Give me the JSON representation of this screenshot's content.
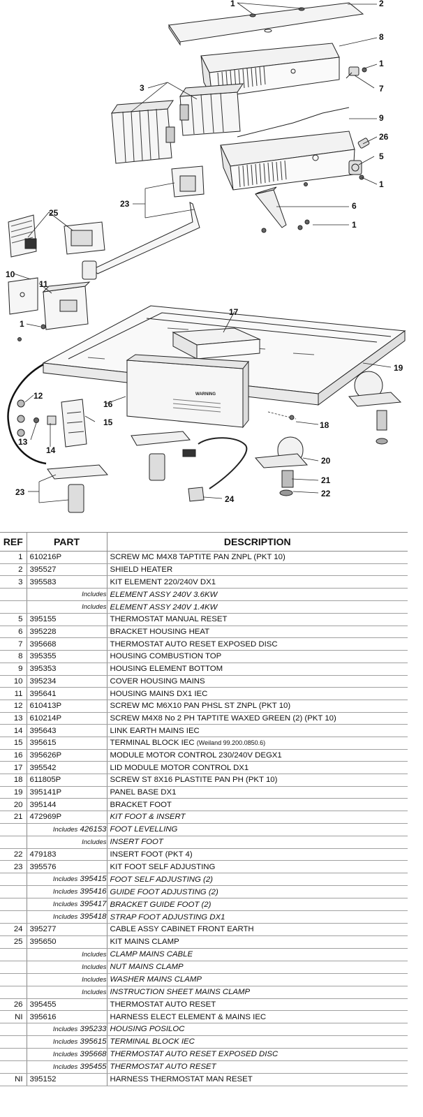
{
  "diagram": {
    "callouts": [
      "1",
      "2",
      "8",
      "1",
      "7",
      "3",
      "9",
      "26",
      "5",
      "1",
      "23",
      "6",
      "1",
      "25",
      "10",
      "11",
      "1",
      "17",
      "19",
      "16",
      "12",
      "15",
      "13",
      "14",
      "18",
      "20",
      "21",
      "23",
      "22",
      "24"
    ],
    "warning_label": "WARNING"
  },
  "table": {
    "headers": {
      "ref": "REF",
      "part": "PART",
      "description": "DESCRIPTION"
    },
    "rows": [
      {
        "ref": "1",
        "part": "610216P",
        "includes": "",
        "description": "SCREW MC M4X8 TAPTITE PAN ZNPL (PKT 10)",
        "italic": false,
        "note": ""
      },
      {
        "ref": "2",
        "part": "395527",
        "includes": "",
        "description": "SHIELD HEATER",
        "italic": false,
        "note": ""
      },
      {
        "ref": "3",
        "part": "395583",
        "includes": "",
        "description": "KIT ELEMENT 220/240V DX1",
        "italic": false,
        "note": ""
      },
      {
        "ref": "",
        "part": "",
        "includes": "Includes",
        "description": "ELEMENT ASSY 240V 3.6KW",
        "italic": true,
        "note": ""
      },
      {
        "ref": "",
        "part": "",
        "includes": "Includes",
        "description": "ELEMENT ASSY 240V 1.4KW",
        "italic": true,
        "note": ""
      },
      {
        "ref": "5",
        "part": "395155",
        "includes": "",
        "description": "THERMOSTAT MANUAL RESET",
        "italic": false,
        "note": ""
      },
      {
        "ref": "6",
        "part": "395228",
        "includes": "",
        "description": "BRACKET HOUSING HEAT",
        "italic": false,
        "note": ""
      },
      {
        "ref": "7",
        "part": "395668",
        "includes": "",
        "description": "THERMOSTAT AUTO RESET EXPOSED DISC",
        "italic": false,
        "note": ""
      },
      {
        "ref": "8",
        "part": "395355",
        "includes": "",
        "description": "HOUSING COMBUSTION TOP",
        "italic": false,
        "note": ""
      },
      {
        "ref": "9",
        "part": "395353",
        "includes": "",
        "description": "HOUSING ELEMENT BOTTOM",
        "italic": false,
        "note": ""
      },
      {
        "ref": "10",
        "part": "395234",
        "includes": "",
        "description": "COVER HOUSING MAINS",
        "italic": false,
        "note": ""
      },
      {
        "ref": "11",
        "part": "395641",
        "includes": "",
        "description": "HOUSING MAINS DX1 IEC",
        "italic": false,
        "note": ""
      },
      {
        "ref": "12",
        "part": "610413P",
        "includes": "",
        "description": "SCREW MC M6X10 PAN PHSL ST ZNPL (PKT 10)",
        "italic": false,
        "note": ""
      },
      {
        "ref": "13",
        "part": "610214P",
        "includes": "",
        "description": "SCREW M4X8 No 2 PH TAPTITE WAXED GREEN (2) (PKT 10)",
        "italic": false,
        "note": ""
      },
      {
        "ref": "14",
        "part": "395643",
        "includes": "",
        "description": "LINK EARTH MAINS IEC",
        "italic": false,
        "note": ""
      },
      {
        "ref": "15",
        "part": "395615",
        "includes": "",
        "description": "TERMINAL BLOCK IEC ",
        "italic": false,
        "note": "(Weiland 99.200.0850.6)"
      },
      {
        "ref": "16",
        "part": "395626P",
        "includes": "",
        "description": "MODULE MOTOR CONTROL 230/240V DEGX1",
        "italic": false,
        "note": ""
      },
      {
        "ref": "17",
        "part": "395542",
        "includes": "",
        "description": "LID MODULE MOTOR CONTROL DX1",
        "italic": false,
        "note": ""
      },
      {
        "ref": "18",
        "part": "611805P",
        "includes": "",
        "description": "SCREW ST 8X16 PLASTITE PAN PH (PKT 10)",
        "italic": false,
        "note": ""
      },
      {
        "ref": "19",
        "part": "395141P",
        "includes": "",
        "description": "PANEL BASE DX1",
        "italic": false,
        "note": ""
      },
      {
        "ref": "20",
        "part": "395144",
        "includes": "",
        "description": "BRACKET FOOT",
        "italic": false,
        "note": ""
      },
      {
        "ref": "21",
        "part": "472969P",
        "includes": "",
        "description": "KIT FOOT & INSERT",
        "italic": true,
        "note": ""
      },
      {
        "ref": "",
        "part": "426153",
        "includes": "Includes",
        "description": "FOOT LEVELLING",
        "italic": true,
        "note": ""
      },
      {
        "ref": "",
        "part": "",
        "includes": "Includes",
        "description": "INSERT FOOT",
        "italic": true,
        "note": ""
      },
      {
        "ref": "22",
        "part": "479183",
        "includes": "",
        "description": "INSERT FOOT (PKT 4)",
        "italic": false,
        "note": ""
      },
      {
        "ref": "23",
        "part": "395576",
        "includes": "",
        "description": "KIT FOOT SELF ADJUSTING",
        "italic": false,
        "note": ""
      },
      {
        "ref": "",
        "part": "395415",
        "includes": "Includes",
        "description": "FOOT SELF ADJUSTING (2)",
        "italic": true,
        "note": ""
      },
      {
        "ref": "",
        "part": "395416",
        "includes": "Includes",
        "description": "GUIDE FOOT ADJUSTING (2)",
        "italic": true,
        "note": ""
      },
      {
        "ref": "",
        "part": "395417",
        "includes": "Includes",
        "description": "BRACKET GUIDE FOOT (2)",
        "italic": true,
        "note": ""
      },
      {
        "ref": "",
        "part": "395418",
        "includes": "Includes",
        "description": "STRAP FOOT ADJUSTING DX1",
        "italic": true,
        "note": ""
      },
      {
        "ref": "24",
        "part": "395277",
        "includes": "",
        "description": "CABLE ASSY CABINET FRONT EARTH",
        "italic": false,
        "note": ""
      },
      {
        "ref": "25",
        "part": "395650",
        "includes": "",
        "description": "KIT MAINS CLAMP",
        "italic": false,
        "note": ""
      },
      {
        "ref": "",
        "part": "",
        "includes": "Includes",
        "description": "CLAMP MAINS CABLE",
        "italic": true,
        "note": ""
      },
      {
        "ref": "",
        "part": "",
        "includes": "Includes",
        "description": "NUT MAINS CLAMP",
        "italic": true,
        "note": ""
      },
      {
        "ref": "",
        "part": "",
        "includes": "Includes",
        "description": "WASHER MAINS CLAMP",
        "italic": true,
        "note": ""
      },
      {
        "ref": "",
        "part": "",
        "includes": "Includes",
        "description": "INSTRUCTION SHEET MAINS CLAMP",
        "italic": true,
        "note": ""
      },
      {
        "ref": "26",
        "part": "395455",
        "includes": "",
        "description": "THERMOSTAT AUTO RESET",
        "italic": false,
        "note": ""
      },
      {
        "ref": "NI",
        "part": "395616",
        "includes": "",
        "description": "HARNESS ELECT ELEMENT & MAINS IEC",
        "italic": false,
        "note": ""
      },
      {
        "ref": "",
        "part": "395233",
        "includes": "Includes",
        "description": "HOUSING POSILOC",
        "italic": true,
        "note": ""
      },
      {
        "ref": "",
        "part": "395615",
        "includes": "Includes",
        "description": "TERMINAL BLOCK IEC",
        "italic": true,
        "note": ""
      },
      {
        "ref": "",
        "part": "395668",
        "includes": "Includes",
        "description": "THERMOSTAT AUTO RESET EXPOSED DISC",
        "italic": true,
        "note": ""
      },
      {
        "ref": "",
        "part": "395455",
        "includes": "Includes",
        "description": "THERMOSTAT AUTO RESET",
        "italic": true,
        "note": ""
      },
      {
        "ref": "NI",
        "part": "395152",
        "includes": "",
        "description": "HARNESS THERMOSTAT MAN RESET",
        "italic": false,
        "note": ""
      }
    ]
  }
}
